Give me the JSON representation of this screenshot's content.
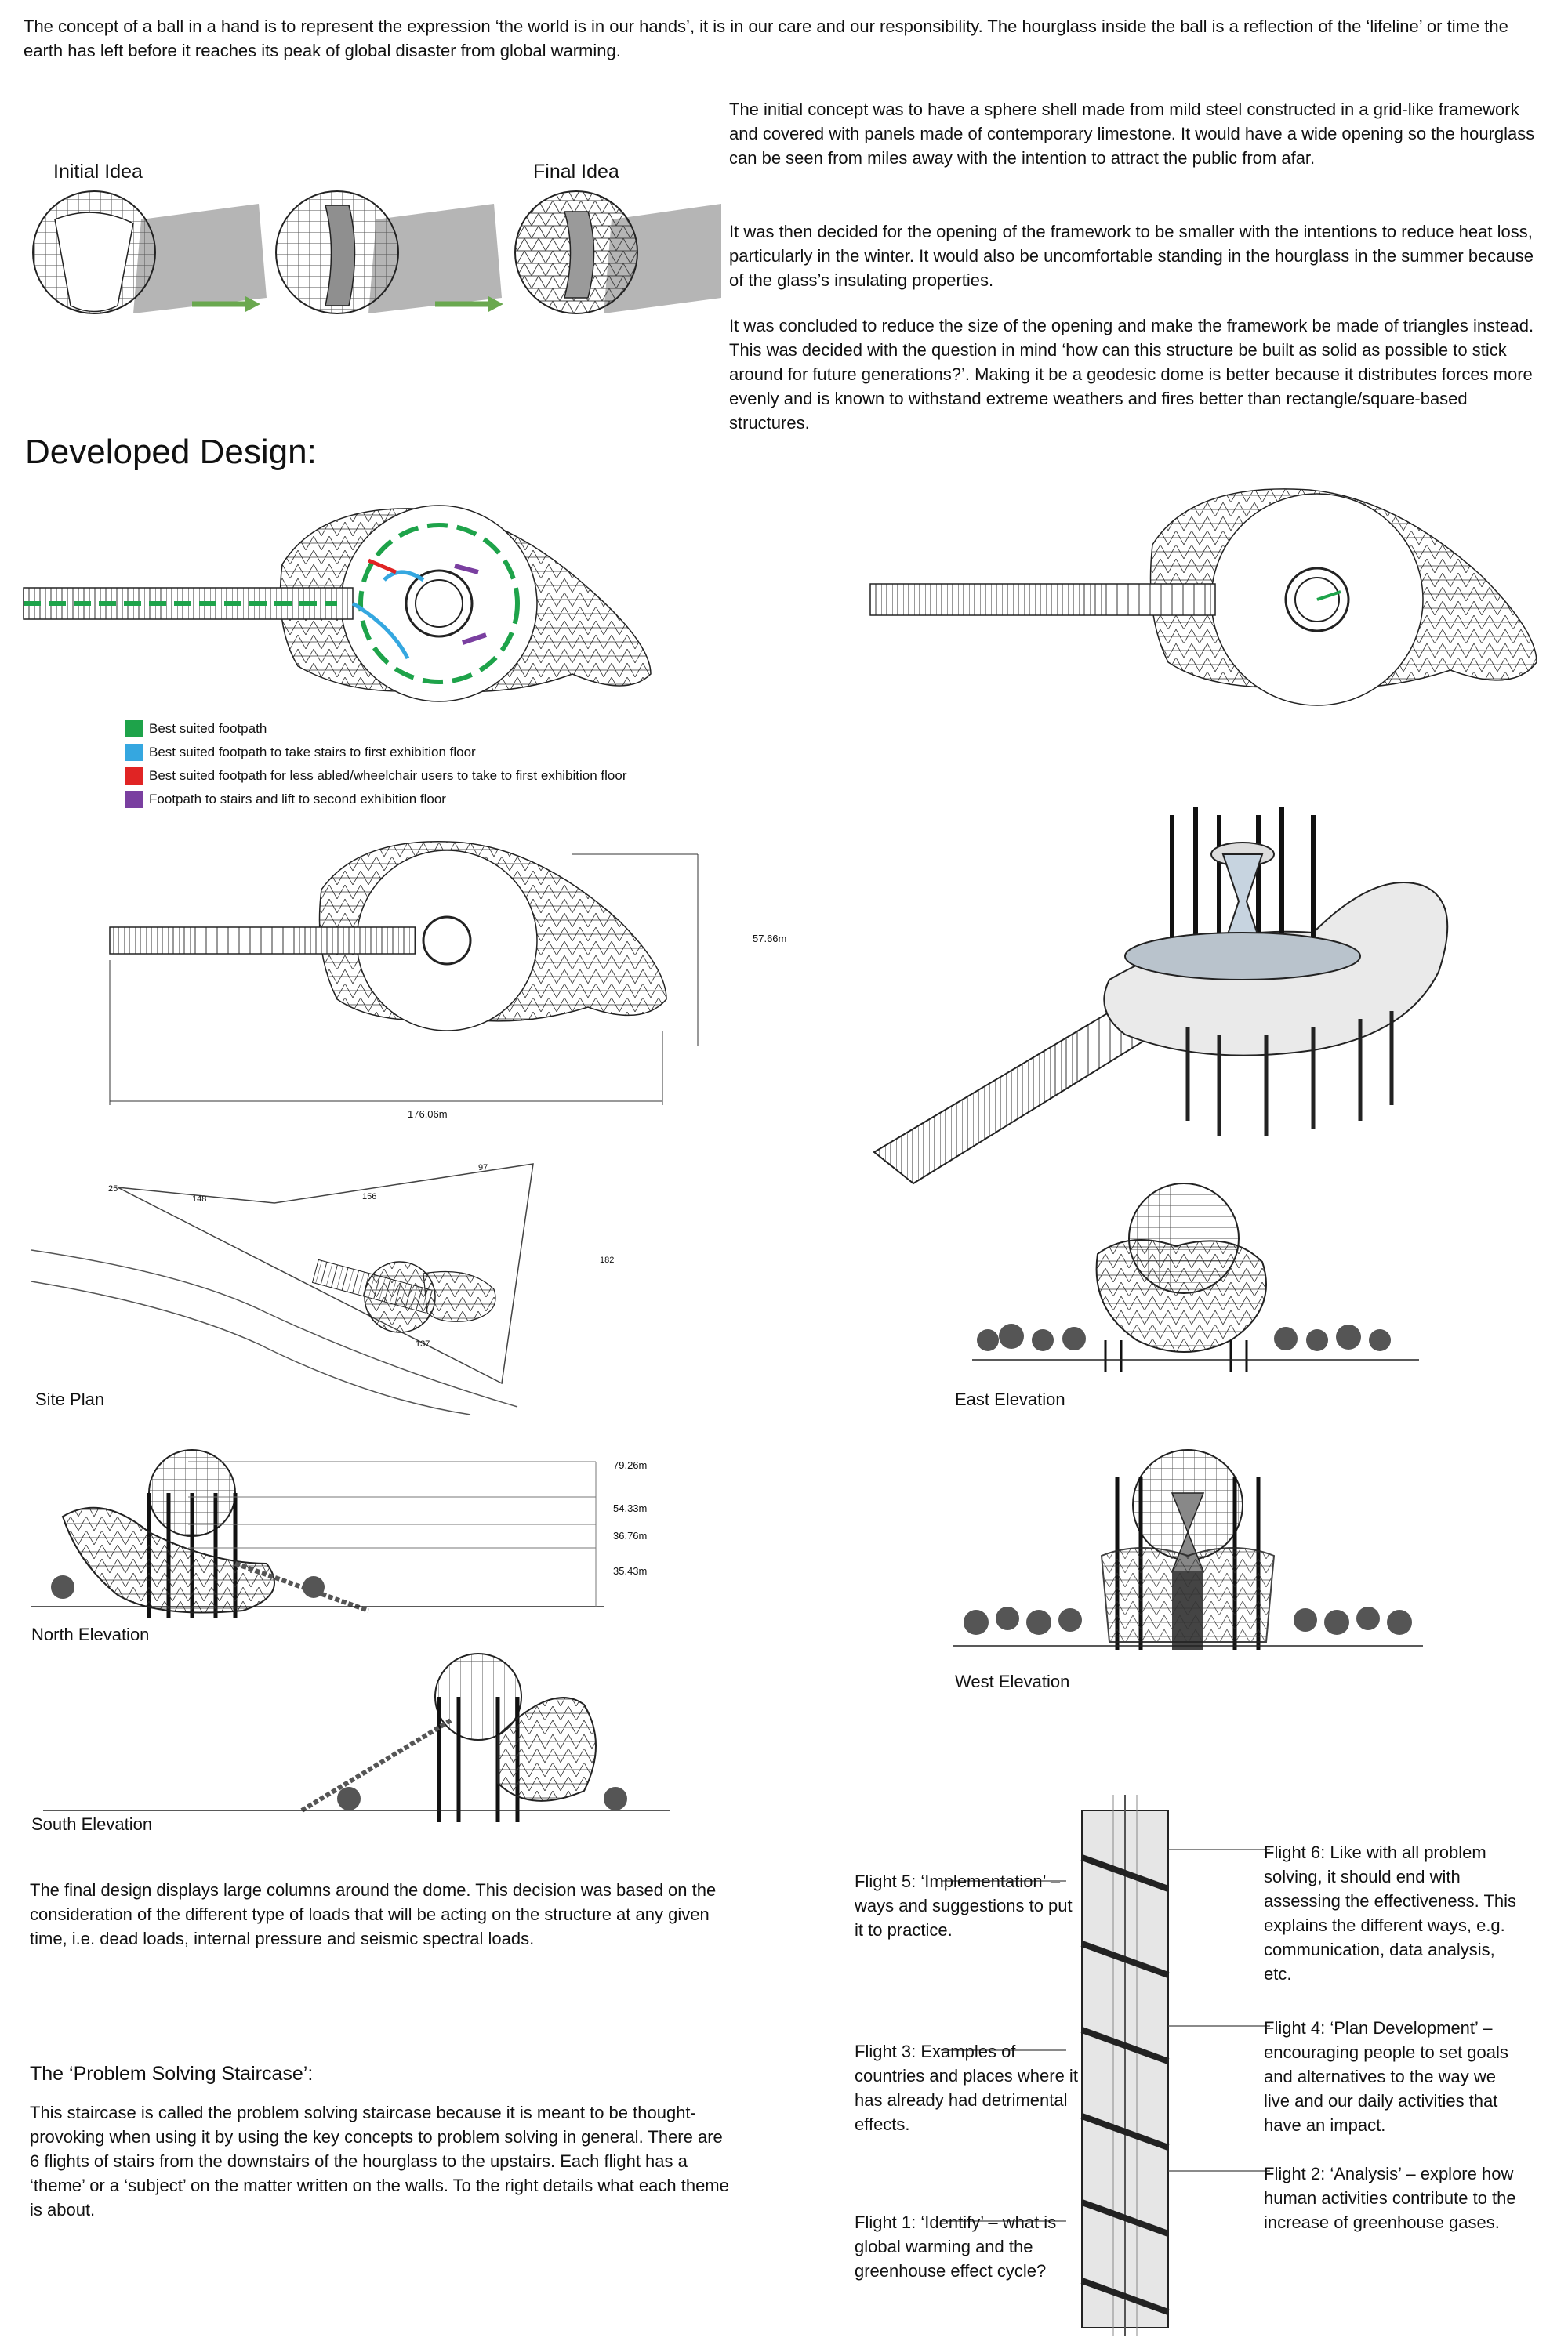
{
  "intro": {
    "concept": "The concept of a ball in a hand is to represent the expression ‘the world is in our hands’, it is in our care and our responsibility. The hourglass inside the ball is a reflection of the ‘lifeline’ or time the earth has left before it reaches its peak of global disaster from global warming."
  },
  "ideas": {
    "initial_label": "Initial Idea",
    "final_label": "Final Idea",
    "arrow_color": "#6aa84f"
  },
  "description": {
    "p1": "The initial concept was to have a sphere shell made from mild steel constructed in a grid-like framework and covered with panels made of contemporary limestone. It would have a wide opening so the hourglass can be seen from miles away with the intention to attract the public from afar.",
    "p2": "It was then decided for the opening of the framework to be smaller with the intentions to reduce heat loss, particularly in the winter. It would also be uncomfortable standing in the hourglass in the summer because of the glass’s insulating properties.",
    "p3": "It was concluded to reduce the size of the opening and make the framework be made of triangles instead. This was decided with the question in mind ‘how can this structure be built as solid as possible to stick around for future generations?’. Making it be a geodesic dome is better because it distributes forces more evenly and is known to withstand extreme weathers and fires better than rectangle/square-based structures."
  },
  "developed": {
    "heading": "Developed Design:"
  },
  "legend": [
    {
      "label": "Best suited footpath",
      "color": "#1ea34a"
    },
    {
      "label": "Best suited footpath to take stairs to first exhibition floor",
      "color": "#35a7e0"
    },
    {
      "label": "Best suited footpath for less abled/wheelchair users to take to first exhibition floor",
      "color": "#e02424"
    },
    {
      "label": "Footpath to stairs and lift to second exhibition floor",
      "color": "#7a3fa0"
    }
  ],
  "dimensions": {
    "plan_height": "57.66m",
    "plan_width": "176.06m"
  },
  "site": {
    "dims": [
      "25",
      "148",
      "156",
      "97",
      "182",
      "137"
    ]
  },
  "elevation_heights": [
    "79.26m",
    "54.33m",
    "36.76m",
    "35.43m"
  ],
  "captions": {
    "site_plan": "Site Plan",
    "east": "East Elevation",
    "north": "North Elevation",
    "west": "West Elevation",
    "south": "South Elevation"
  },
  "final": {
    "text": "The final design displays large columns around the dome. This decision was based on the consideration of the different type of loads that will be acting on the structure at any given time, i.e. dead loads, internal pressure and seismic spectral loads."
  },
  "staircase": {
    "heading": "The ‘Problem Solving Staircase’:",
    "text": "This staircase is called the problem solving staircase because it is meant to be thought-provoking when using it by using the key concepts to problem solving in general. There are 6 flights of stairs from the downstairs of the hourglass to the upstairs. Each flight has a ‘theme’ or a ‘subject’ on the matter written on the walls. To the right details what each theme is about."
  },
  "flights": {
    "f5": "Flight 5: ‘Implementation’ – ways and suggestions to put it to practice.",
    "f3": "Flight 3: Examples of countries and places where it has already had detrimental effects.",
    "f1": "Flight 1: ‘Identify’ – what is global warming and the greenhouse effect cycle?",
    "f6": "Flight 6: Like with all problem solving, it should end with assessing the effectiveness. This explains the different ways, e.g. communication, data analysis, etc.",
    "f4": "Flight 4: ‘Plan Development’ – encouraging people to set goals and alternatives to the way we live and our daily activities that have an impact.",
    "f2": "Flight 2: ‘Analysis’ – explore how human activities contribute to the increase of greenhouse gases."
  }
}
